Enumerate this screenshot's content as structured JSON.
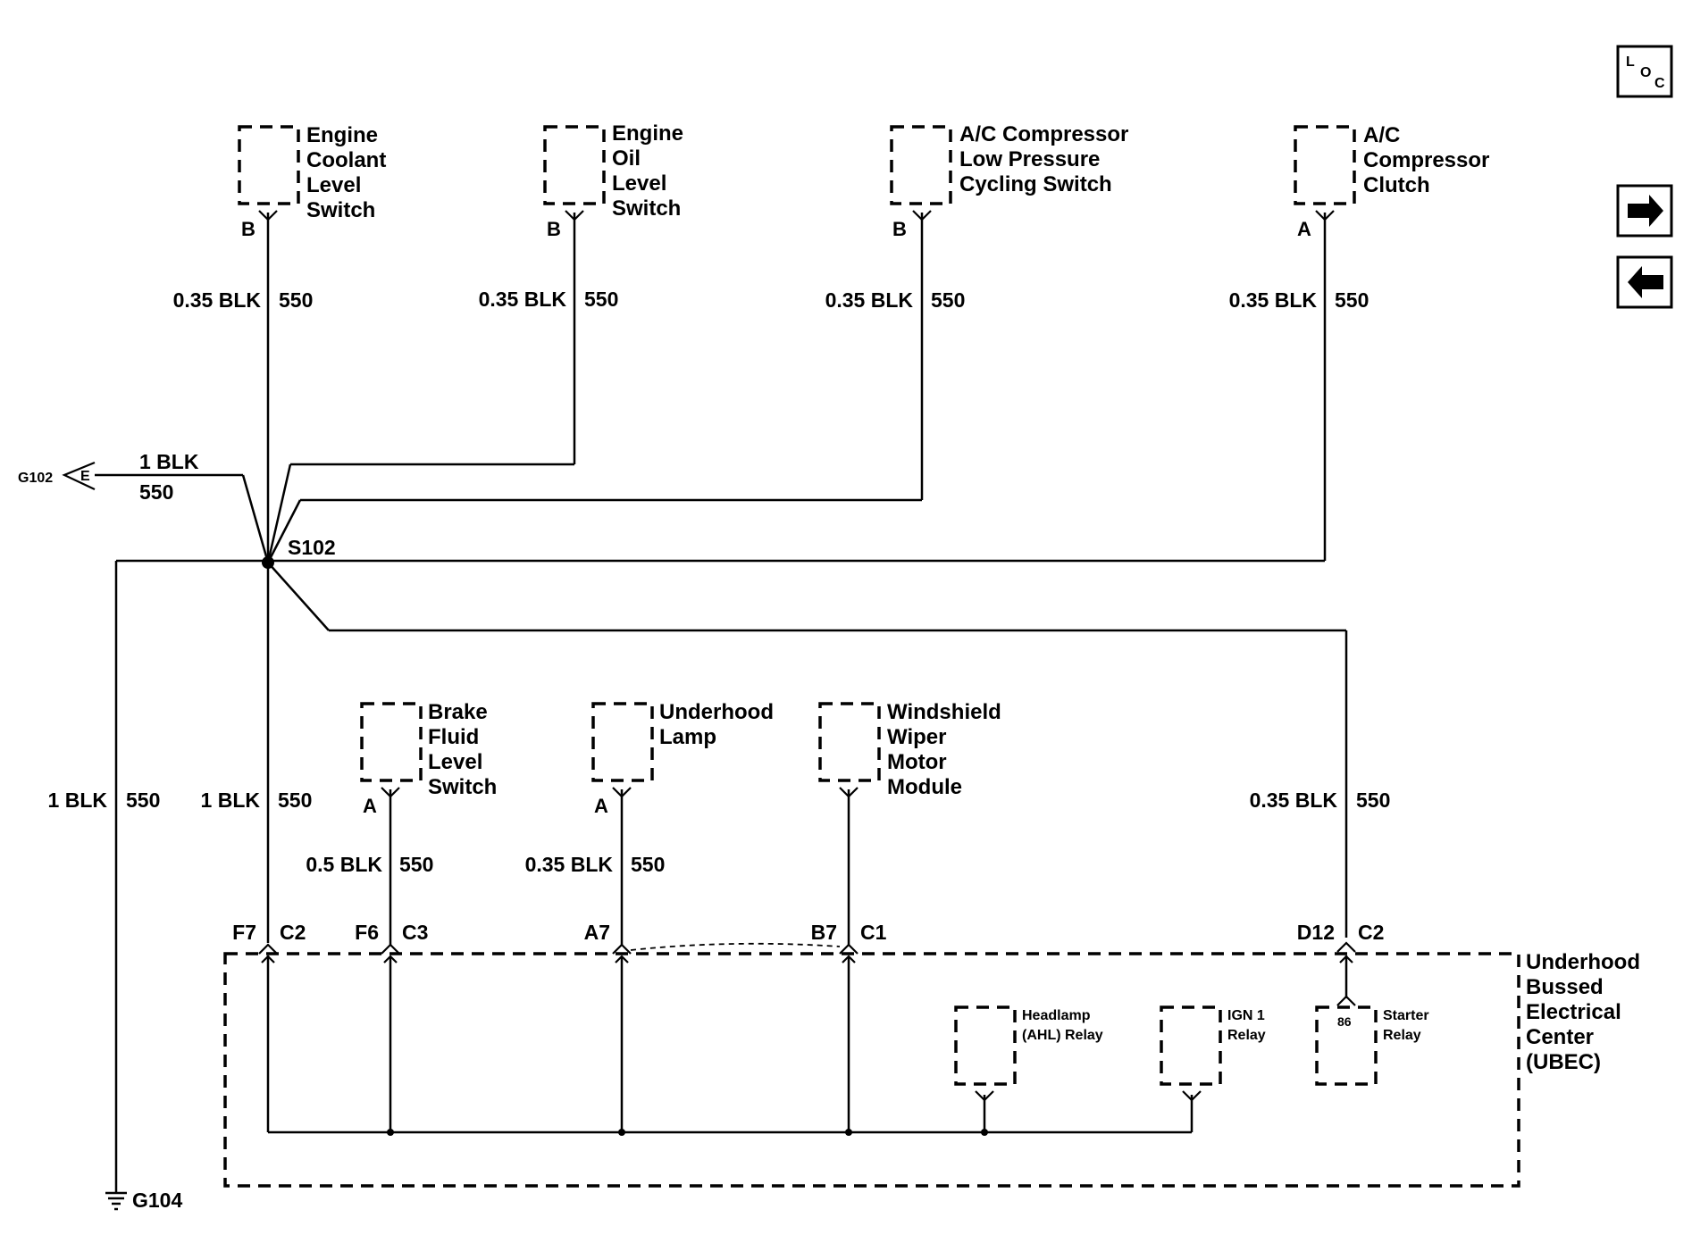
{
  "components": {
    "coolant": [
      "Engine",
      "Coolant",
      "Level",
      "Switch"
    ],
    "oil": [
      "Engine",
      "Oil",
      "Level",
      "Switch"
    ],
    "ac_switch": [
      "A/C Compressor",
      "Low Pressure",
      "Cycling Switch"
    ],
    "ac_clutch": [
      "A/C",
      "Compressor",
      "Clutch"
    ],
    "brake": [
      "Brake",
      "Fluid",
      "Level",
      "Switch"
    ],
    "lamp": [
      "Underhood",
      "Lamp"
    ],
    "wiper": [
      "Windshield",
      "Wiper",
      "Motor",
      "Module"
    ],
    "ubec": [
      "Underhood",
      "Bussed",
      "Electrical",
      "Center",
      "(UBEC)"
    ],
    "headlamp_relay": [
      "Headlamp",
      "(AHL) Relay"
    ],
    "ign_relay": [
      "IGN 1",
      "Relay"
    ],
    "starter_relay": [
      "Starter",
      "Relay"
    ]
  },
  "pins": {
    "coolant": "B",
    "oil": "B",
    "ac_switch": "B",
    "ac_clutch": "A",
    "brake": "A",
    "lamp": "A",
    "starter_relay": "86"
  },
  "wires": {
    "coolant": {
      "gauge": "0.35 BLK",
      "circuit": "550"
    },
    "oil": {
      "gauge": "0.35 BLK",
      "circuit": "550"
    },
    "ac_switch": {
      "gauge": "0.35 BLK",
      "circuit": "550"
    },
    "ac_clutch": {
      "gauge": "0.35 BLK",
      "circuit": "550"
    },
    "g102": {
      "gauge": "1 BLK",
      "circuit": "550"
    },
    "g104": {
      "gauge": "1 BLK",
      "circuit": "550"
    },
    "f7": {
      "gauge": "1 BLK",
      "circuit": "550"
    },
    "brake": {
      "gauge": "0.5 BLK",
      "circuit": "550"
    },
    "lamp": {
      "gauge": "0.35 BLK",
      "circuit": "550"
    },
    "d12": {
      "gauge": "0.35 BLK",
      "circuit": "550"
    }
  },
  "connectors": {
    "f7": {
      "cavity": "F7",
      "conn": "C2"
    },
    "f6": {
      "cavity": "F6",
      "conn": "C3"
    },
    "a7": {
      "cavity": "A7"
    },
    "b7": {
      "cavity": "B7",
      "conn": "C1"
    },
    "d12": {
      "cavity": "D12",
      "conn": "C2"
    }
  },
  "splice": "S102",
  "grounds": {
    "g102": "G102",
    "g102_term": "E",
    "g104": "G104"
  },
  "nav": {
    "loc": {
      "l": "L",
      "o": "O",
      "c": "C"
    },
    "next_icon": "arrow-right-icon",
    "prev_icon": "arrow-left-icon"
  }
}
